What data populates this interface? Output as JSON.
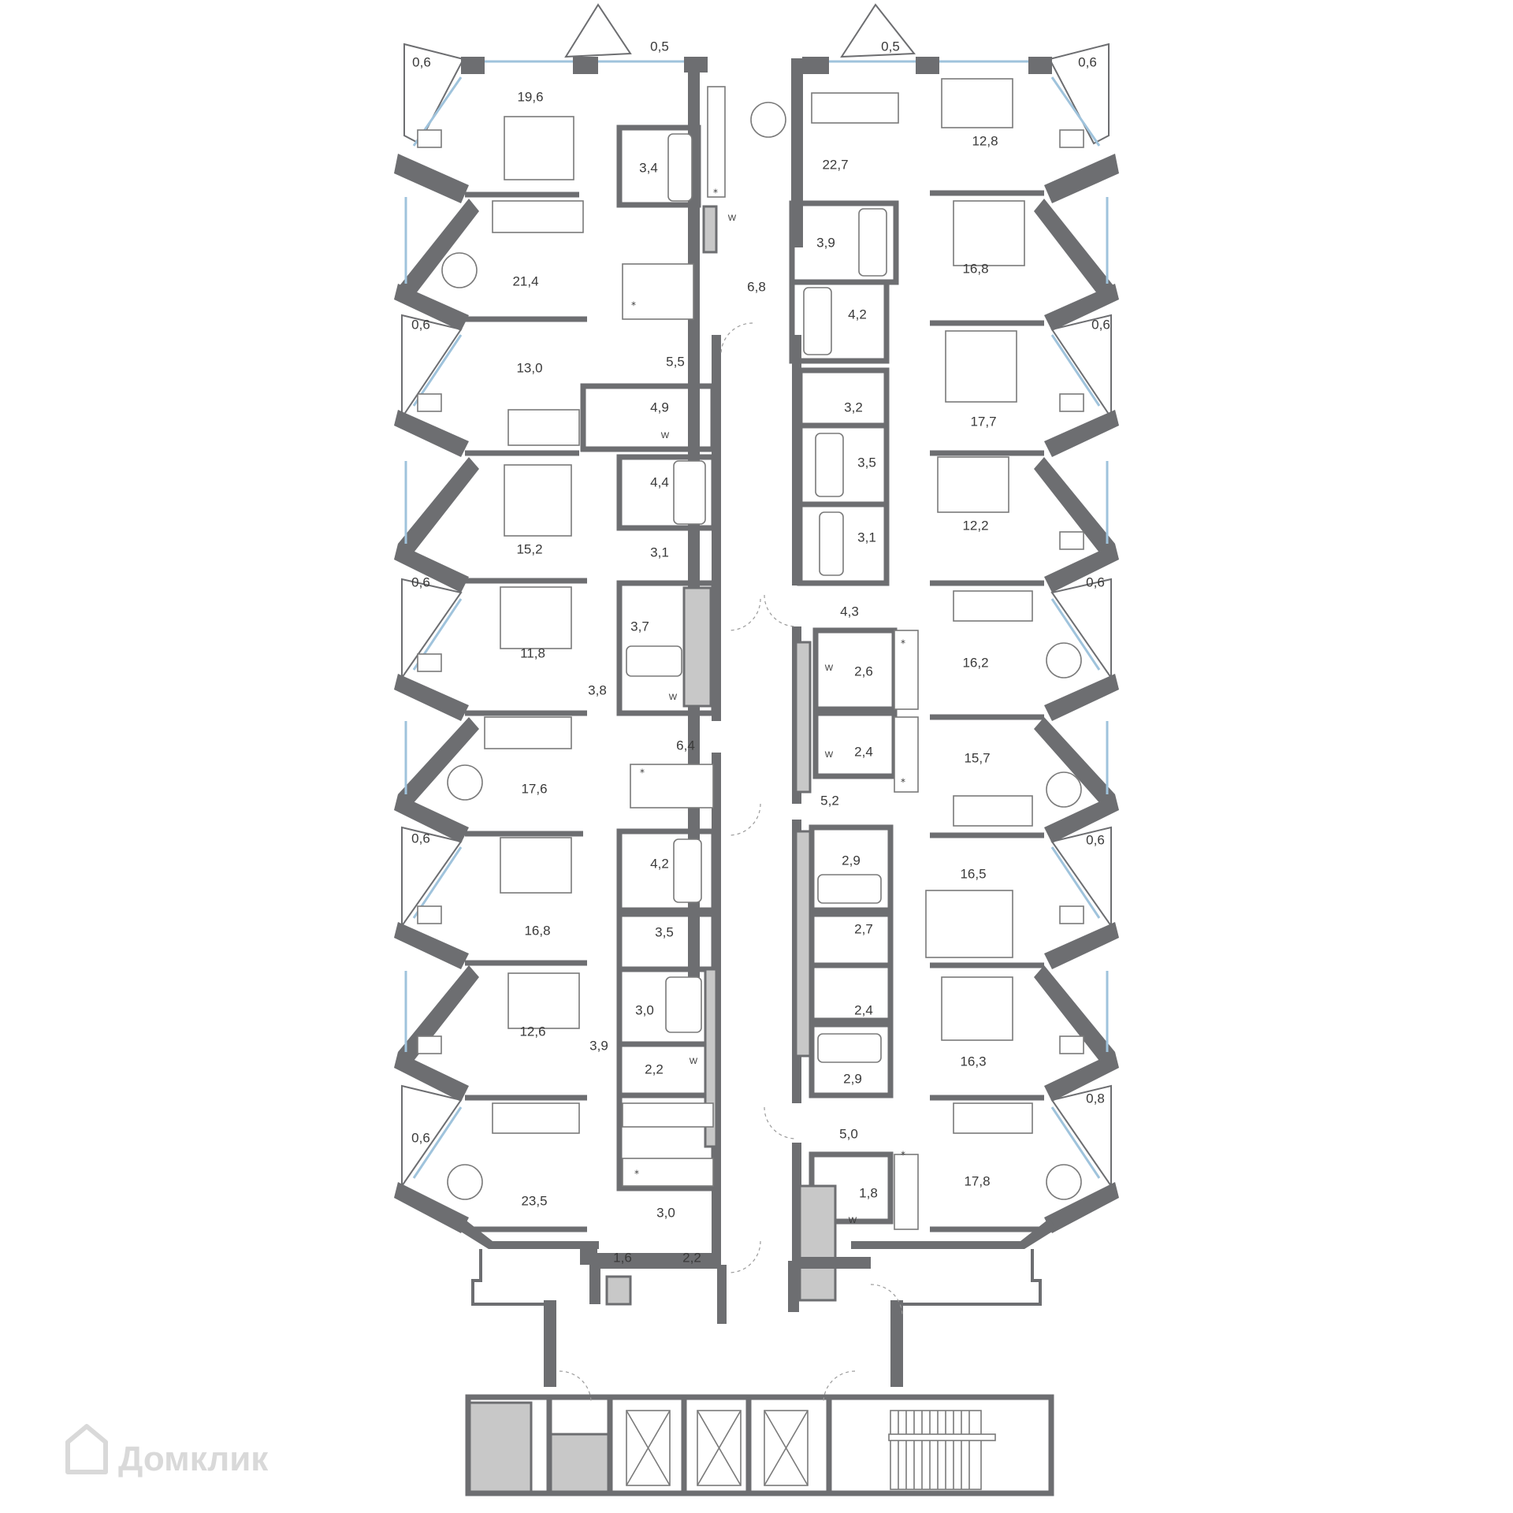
{
  "watermark": {
    "text": "Домклик",
    "icon": "house-logo-icon"
  },
  "colors": {
    "wall": "#6d6e71",
    "shaft": "#c8c8c8",
    "glazing": "#9fc3dc",
    "furniture": "#7a7a7a"
  },
  "marks": {
    "wardrobe": "W",
    "vent": "*"
  },
  "rooms_left": {
    "balcony_top_left": "0,6",
    "balcony_top_notch": "0,5",
    "bedroom_a": "19,6",
    "bath_a": "3,4",
    "living_a": "21,4",
    "hall_a": "5,5",
    "bedroom_b": "13,0",
    "bath_b": "4,9",
    "balcony_b": "0,6",
    "bedroom_c": "15,2",
    "bath_c": "4,4",
    "storage_c": "3,1",
    "balcony_d": "0,6",
    "bedroom_d": "11,8",
    "bath_d": "3,7",
    "hall_d": "3,8",
    "living_e": "17,6",
    "hall_e": "6,4",
    "balcony_f": "0,6",
    "bedroom_f": "16,8",
    "bath_f": "4,2",
    "storage_f": "3,5",
    "bedroom_g": "12,6",
    "bath_g": "3,0",
    "hall_g": "3,9",
    "wc_g": "2,2",
    "balcony_h": "0,6",
    "living_h": "23,5",
    "hall_h": "3,0",
    "wc_h": "1,6",
    "storage_h": "2,2"
  },
  "rooms_right": {
    "balcony_top_notch": "0,5",
    "balcony_top_right": "0,6",
    "living_a": "22,7",
    "bedroom_a": "12,8",
    "hall_a": "6,8",
    "bath_a": "3,9",
    "bedroom_b": "16,8",
    "bath_b": "4,2",
    "balcony_c": "0,6",
    "storage_c": "3,2",
    "bedroom_c": "17,7",
    "bath_c": "3,5",
    "bedroom_d": "12,2",
    "bath_d": "3,1",
    "hall_d": "4,3",
    "balcony_e": "0,6",
    "living_e": "16,2",
    "storage_e": "2,6",
    "living_f": "15,7",
    "storage_f": "2,4",
    "hall_f": "5,2",
    "bath_g": "2,9",
    "balcony_g": "0,6",
    "bedroom_g": "16,5",
    "storage_g": "2,7",
    "storage_h": "2,4",
    "bedroom_h": "16,3",
    "bath_h": "2,9",
    "balcony_i": "0,8",
    "hall_i": "5,0",
    "living_i": "17,8",
    "storage_i": "1,8"
  }
}
